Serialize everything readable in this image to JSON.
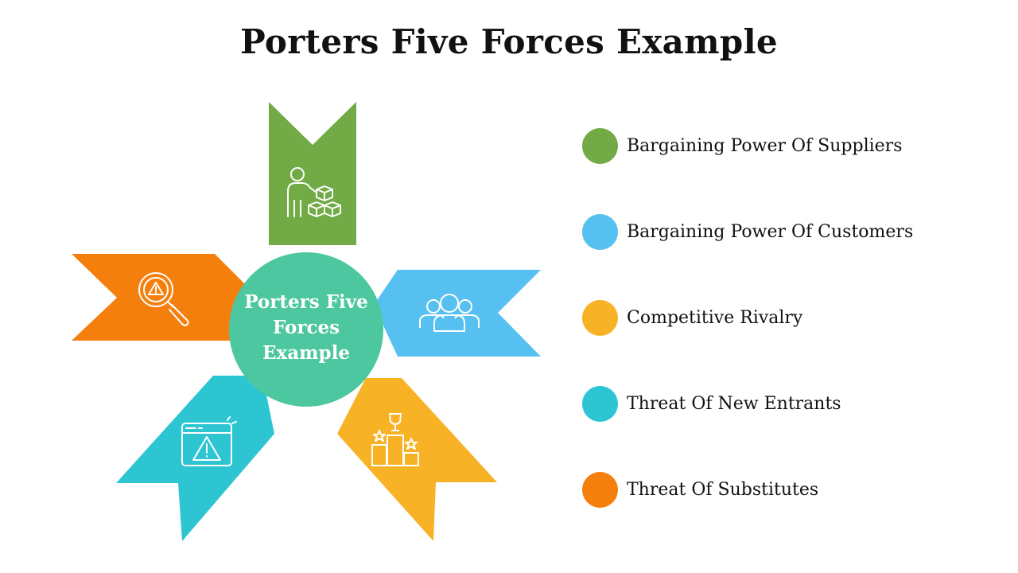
{
  "title": "Porters Five Forces Example",
  "center": {
    "line1": "Porters Five",
    "line2": "Forces",
    "line3": "Example",
    "color": "#4cc79f"
  },
  "forces": [
    {
      "label": "Bargaining Power Of Suppliers",
      "color": "#72ab46",
      "icon": "supplier-boxes-icon"
    },
    {
      "label": "Bargaining Power Of Customers",
      "color": "#56c1f1",
      "icon": "customers-group-icon"
    },
    {
      "label": "Competitive Rivalry",
      "color": "#f8b225",
      "icon": "podium-trophy-icon"
    },
    {
      "label": "Threat Of New Entrants",
      "color": "#2ec5d3",
      "icon": "browser-warning-icon"
    },
    {
      "label": "Threat Of Substitutes",
      "color": "#f57f0d",
      "icon": "magnifier-warning-icon"
    }
  ]
}
